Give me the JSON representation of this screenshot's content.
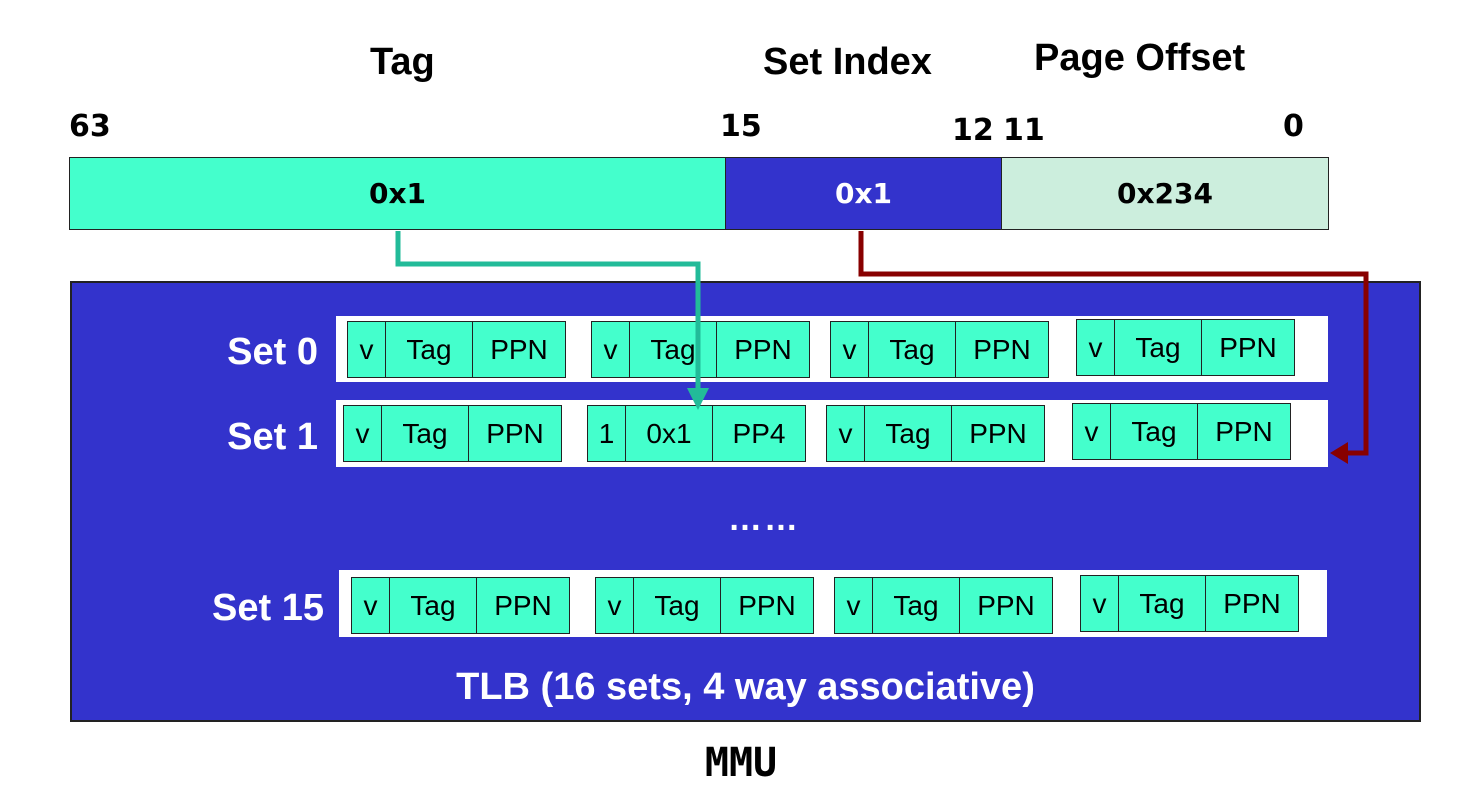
{
  "headers": {
    "tag": "Tag",
    "set_index": "Set Index",
    "page_offset": "Page Offset"
  },
  "bits": {
    "b63": "63",
    "b15": "15",
    "b12": "12",
    "b11": "11",
    "b0": "0"
  },
  "address": {
    "tag_value": "0x1",
    "set_value": "0x1",
    "offset_value": "0x234"
  },
  "colors": {
    "tag_field": "#44ffcc",
    "set_field": "#3333cc",
    "offset_field": "#cceedd",
    "tlb_bg": "#3333cc",
    "tag_arrow": "#22bb99",
    "set_arrow": "#880000"
  },
  "tlb": {
    "sets": [
      {
        "label": "Set 0",
        "entries": [
          [
            "v",
            "Tag",
            "PPN"
          ],
          [
            "v",
            "Tag",
            "PPN"
          ],
          [
            "v",
            "Tag",
            "PPN"
          ],
          [
            "v",
            "Tag",
            "PPN"
          ]
        ]
      },
      {
        "label": "Set 1",
        "entries": [
          [
            "v",
            "Tag",
            "PPN"
          ],
          [
            "1",
            "0x1",
            "PP4"
          ],
          [
            "v",
            "Tag",
            "PPN"
          ],
          [
            "v",
            "Tag",
            "PPN"
          ]
        ]
      },
      {
        "label": "Set 15",
        "entries": [
          [
            "v",
            "Tag",
            "PPN"
          ],
          [
            "v",
            "Tag",
            "PPN"
          ],
          [
            "v",
            "Tag",
            "PPN"
          ],
          [
            "v",
            "Tag",
            "PPN"
          ]
        ]
      }
    ],
    "ellipsis": "……",
    "caption": "TLB (16 sets, 4 way associative)"
  },
  "mmu_label": "MMU"
}
